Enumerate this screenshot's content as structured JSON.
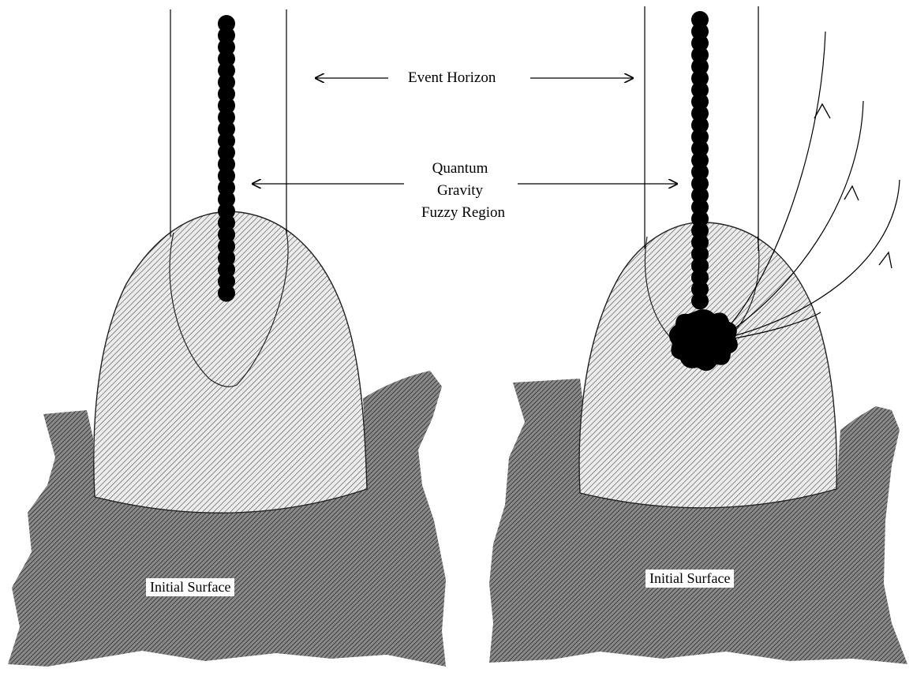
{
  "labels": {
    "event_horizon": "Event Horizon",
    "quantum_line1": "Quantum",
    "quantum_line2": "Gravity",
    "quantum_line3": "Fuzzy Region",
    "initial_surface_left": "Initial Surface",
    "initial_surface_right": "Initial Surface"
  },
  "colors": {
    "background": "#ffffff",
    "ink": "#000000",
    "surface_fill": "#6b6b6b",
    "hatch_fill": "#dcdcdc"
  }
}
